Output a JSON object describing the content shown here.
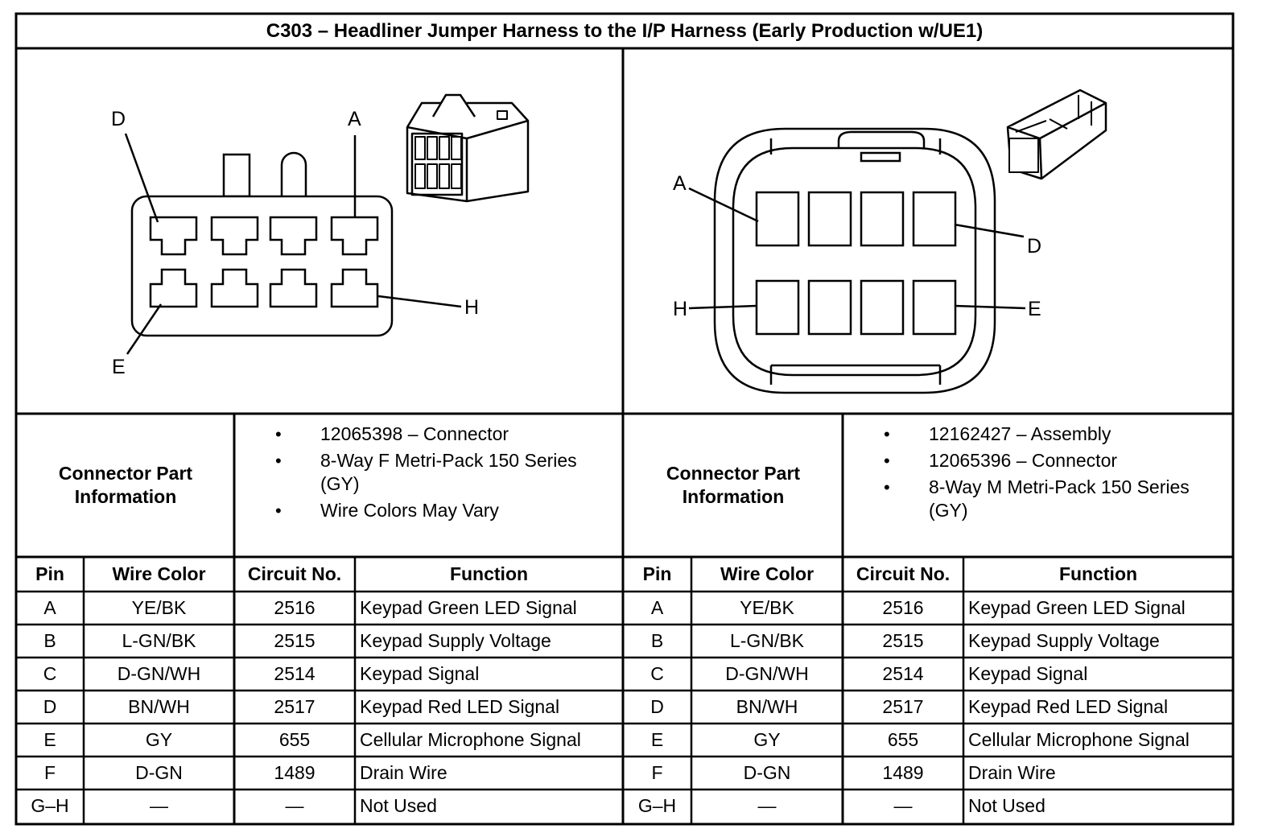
{
  "title": "C303 – Headliner Jumper Harness to the I/P Harness (Early Production w/UE1)",
  "left": {
    "pin_labels": [
      "A",
      "D",
      "E",
      "H"
    ],
    "part_info_label": [
      "Connector Part",
      "Information"
    ],
    "part_info": [
      "12065398 – Connector",
      "8-Way F Metri-Pack 150 Series (GY)",
      "Wire Colors May Vary"
    ]
  },
  "right": {
    "pin_labels": [
      "A",
      "D",
      "E",
      "H"
    ],
    "part_info_label": [
      "Connector Part",
      "Information"
    ],
    "part_info": [
      "12162427 – Assembly",
      "12065396 – Connector",
      "8-Way M Metri-Pack 150 Series (GY)"
    ]
  },
  "table": {
    "headers": [
      "Pin",
      "Wire Color",
      "Circuit No.",
      "Function"
    ],
    "rows": [
      [
        "A",
        "YE/BK",
        "2516",
        "Keypad Green LED Signal"
      ],
      [
        "B",
        "L-GN/BK",
        "2515",
        "Keypad Supply Voltage"
      ],
      [
        "C",
        "D-GN/WH",
        "2514",
        "Keypad Signal"
      ],
      [
        "D",
        "BN/WH",
        "2517",
        "Keypad Red LED Signal"
      ],
      [
        "E",
        "GY",
        "655",
        "Cellular Microphone Signal"
      ],
      [
        "F",
        "D-GN",
        "1489",
        "Drain Wire"
      ],
      [
        "G–H",
        "—",
        "—",
        "Not Used"
      ]
    ]
  }
}
